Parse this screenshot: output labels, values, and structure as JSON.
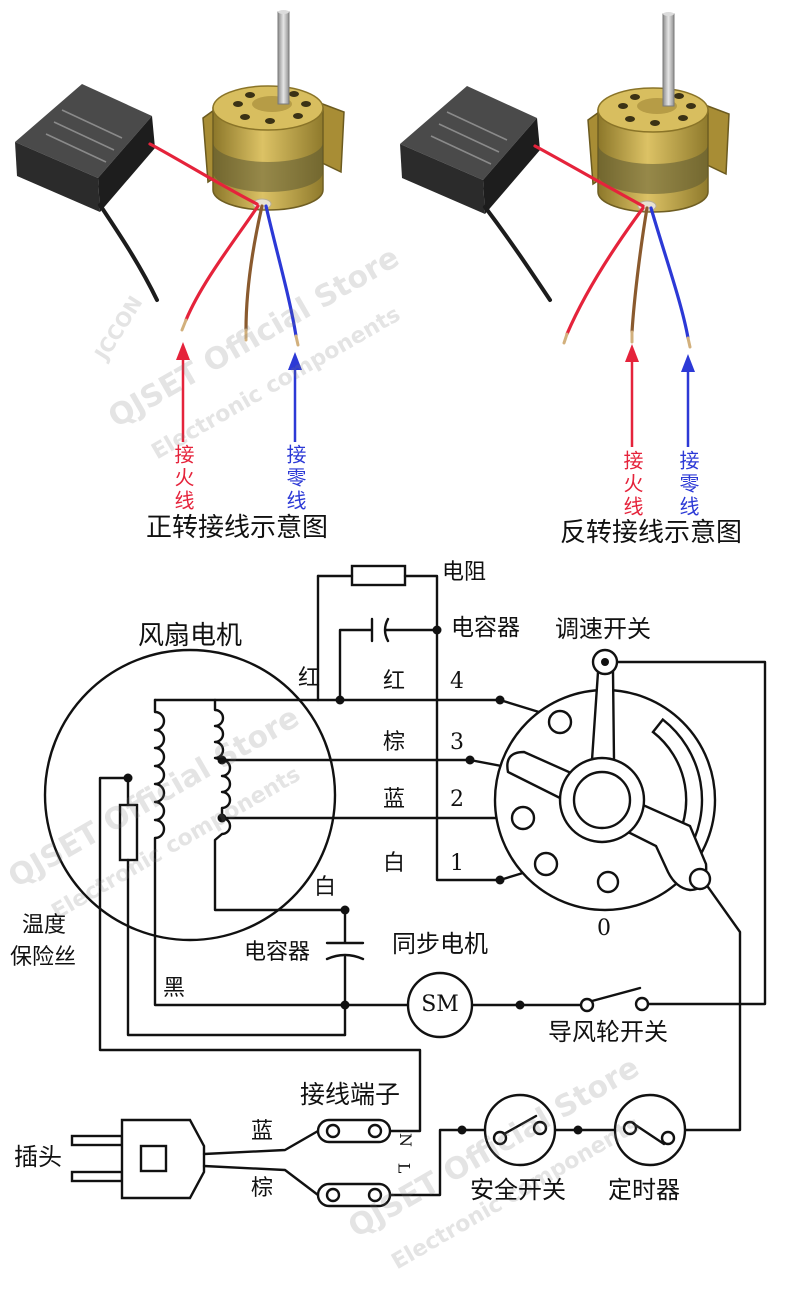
{
  "forward_wiring": {
    "live_label": "接火线",
    "neutral_label": "接零线",
    "caption": "正转接线示意图"
  },
  "reverse_wiring": {
    "live_label": "接火线",
    "neutral_label": "接零线",
    "caption": "反转接线示意图"
  },
  "circuit": {
    "resistor_label": "电阻",
    "capacitor_label": "电容器",
    "fan_motor_label": "风扇电机",
    "speed_switch_label": "调速开关",
    "motor_red_label": "红",
    "speed_wires": [
      {
        "color": "红",
        "position": "4"
      },
      {
        "color": "棕",
        "position": "3"
      },
      {
        "color": "蓝",
        "position": "2"
      },
      {
        "color": "白",
        "position": "1"
      }
    ],
    "off_position": "0",
    "motor_white_label": "白",
    "thermal_fuse_label": {
      "line1": "温度",
      "line2": "保险丝"
    },
    "run_capacitor_label": "电容器",
    "sync_motor_label": "同步电机",
    "sync_motor_symbol": "SM",
    "black_wire_label": "黑",
    "louver_switch_label": "导风轮开关",
    "terminal_block_label": "接线端子",
    "terminal_n": "N",
    "terminal_l": "L",
    "plug_label": "插头",
    "plug_blue_label": "蓝",
    "plug_brown_label": "棕",
    "safety_switch_label": "安全开关",
    "timer_label": "定时器"
  },
  "colors": {
    "live": "#e5233b",
    "neutral": "#2c39d6",
    "brown_wire": "#8a5a2e",
    "black_wire": "#1c1c1c",
    "ink": "#111111",
    "motor_housing": "#c9ad4c"
  },
  "watermarks": [
    "QJSET Official Store",
    "Electronic components",
    "JCCON"
  ]
}
